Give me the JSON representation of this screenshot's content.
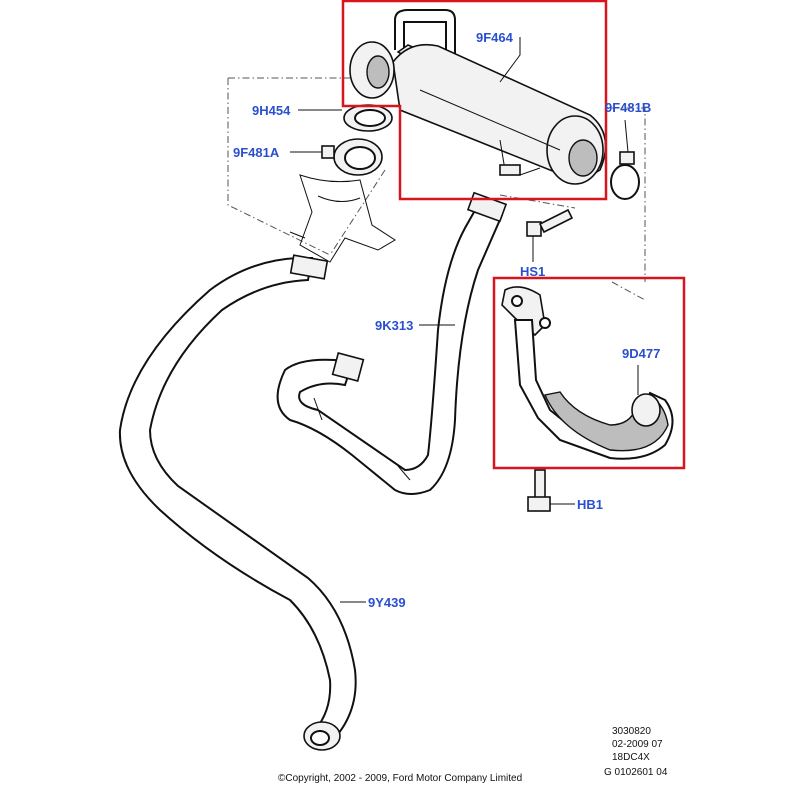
{
  "labels": {
    "egr_cooler": "9F464",
    "gasket": "9H454",
    "clamp_a": "9F481A",
    "clamp_b": "9F481B",
    "bolt_hs1": "HS1",
    "hose_9k313": "9K313",
    "tube_9d477": "9D477",
    "bolt_hb1": "HB1",
    "hose_9y439": "9Y439"
  },
  "meta": {
    "line1": "3030820",
    "line2": "02-2009 07",
    "line3": "18DC4X",
    "line4": "G 0102601 04"
  },
  "copyright": "©Copyright, 2002 - 2009, Ford Motor Company Limited",
  "colors": {
    "label": "#2a4fcf",
    "highlight": "#d8141e"
  }
}
